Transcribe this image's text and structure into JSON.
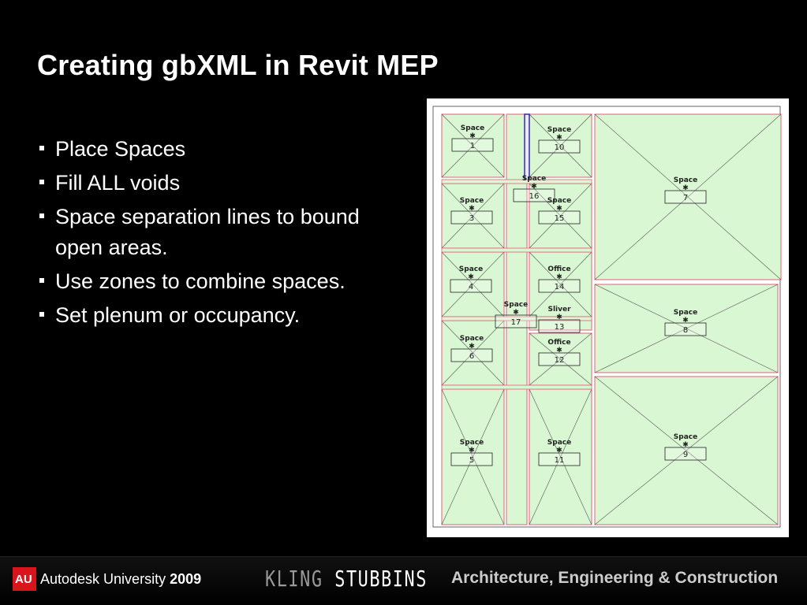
{
  "slide": {
    "title": "Creating gbXML in Revit MEP",
    "bullets": [
      "Place Spaces",
      "Fill ALL voids",
      "Space separation lines to bound open areas.",
      "Use zones to combine spaces.",
      "Set plenum or occupancy."
    ]
  },
  "plan": {
    "rooms": [
      {
        "label": "Space",
        "number": "1"
      },
      {
        "label": "Space",
        "number": "10"
      },
      {
        "label": "Space",
        "number": "7"
      },
      {
        "label": "Space",
        "number": "16"
      },
      {
        "label": "Space",
        "number": "3"
      },
      {
        "label": "Space",
        "number": "15"
      },
      {
        "label": "Space",
        "number": "4"
      },
      {
        "label": "Office",
        "number": "14"
      },
      {
        "label": "Space",
        "number": "8"
      },
      {
        "label": "Space",
        "number": "17"
      },
      {
        "label": "Sliver",
        "number": "13"
      },
      {
        "label": "Space",
        "number": "6"
      },
      {
        "label": "Office",
        "number": "12"
      },
      {
        "label": "Space",
        "number": "9"
      },
      {
        "label": "Space",
        "number": "5"
      },
      {
        "label": "Space",
        "number": "11"
      }
    ]
  },
  "footer": {
    "au_logo": "AU",
    "au_name": "Autodesk University",
    "au_year": "2009",
    "kling": "KLING",
    "stubbins": "STUBBINS",
    "tagline": "Architecture, Engineering & Construction"
  },
  "colors": {
    "room_fill": "#d9f7d2",
    "wall_line": "#e0607a",
    "background": "#000000"
  }
}
